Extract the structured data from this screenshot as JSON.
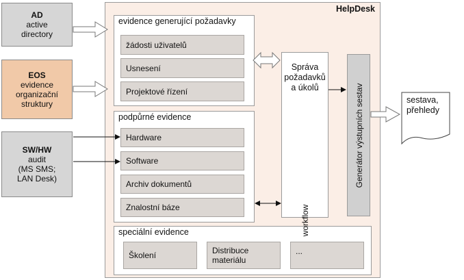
{
  "helpdesk": {
    "title": "HelpDesk"
  },
  "sources": {
    "ad": {
      "title": "AD",
      "lines": [
        "active",
        "directory"
      ]
    },
    "eos": {
      "title": "EOS",
      "lines": [
        "evidence",
        "organizační",
        "struktury"
      ]
    },
    "swhw": {
      "title": "SW/HW",
      "lines": [
        "audit",
        "(MS SMS;",
        "LAN Desk)"
      ]
    }
  },
  "request_evidence": {
    "title": "evidence generující požadavky",
    "items": [
      "žádosti uživatelů",
      "Usnesení",
      "Projektové řízení"
    ]
  },
  "support_evidence": {
    "title": "podpůrné evidence",
    "items": [
      "Hardware",
      "Software",
      "Archiv dokumentů",
      "Znalostní báze"
    ]
  },
  "special_evidence": {
    "title": "speciální evidence",
    "items": [
      "Školení",
      "Distribuce materiálu",
      "..."
    ]
  },
  "management": {
    "title": "Správa požadavků a úkolů",
    "workflow": "workflow"
  },
  "generator": {
    "label": "Generátor výstupních sestav"
  },
  "output": {
    "label": "sestava, přehledy"
  },
  "colors": {
    "helpdesk_bg": "#fbeee6",
    "helpdesk_border": "#9a9a9a",
    "grey_source": "#d6d6d6",
    "eos_source": "#f1c9a8",
    "item_bg": "#dcd7d3",
    "generator_bg": "#d0d0d0"
  }
}
